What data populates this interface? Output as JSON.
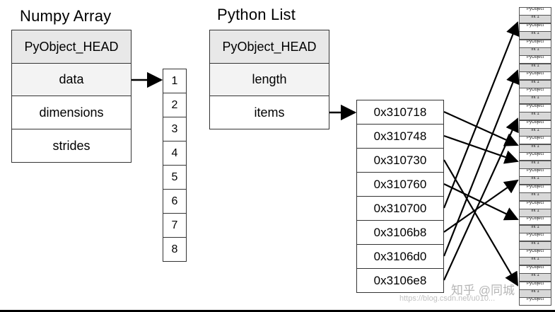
{
  "numpy": {
    "title": "Numpy Array",
    "fields": [
      "PyObject_HEAD",
      "data",
      "dimensions",
      "strides"
    ],
    "buffer": [
      "1",
      "2",
      "3",
      "4",
      "5",
      "6",
      "7",
      "8"
    ]
  },
  "pylist": {
    "title": "Python List",
    "fields": [
      "PyObject_HEAD",
      "length",
      "items"
    ],
    "pointers": [
      "0x310718",
      "0x310748",
      "0x310730",
      "0x310760",
      "0x310700",
      "0x3106b8",
      "0x3106d0",
      "0x3106e8"
    ]
  },
  "memory": {
    "cell_text": [
      "PyObject",
      "int 1"
    ]
  },
  "watermark": {
    "text": "知乎 @同城",
    "url": "https://blog.csdn.net/u010..."
  }
}
